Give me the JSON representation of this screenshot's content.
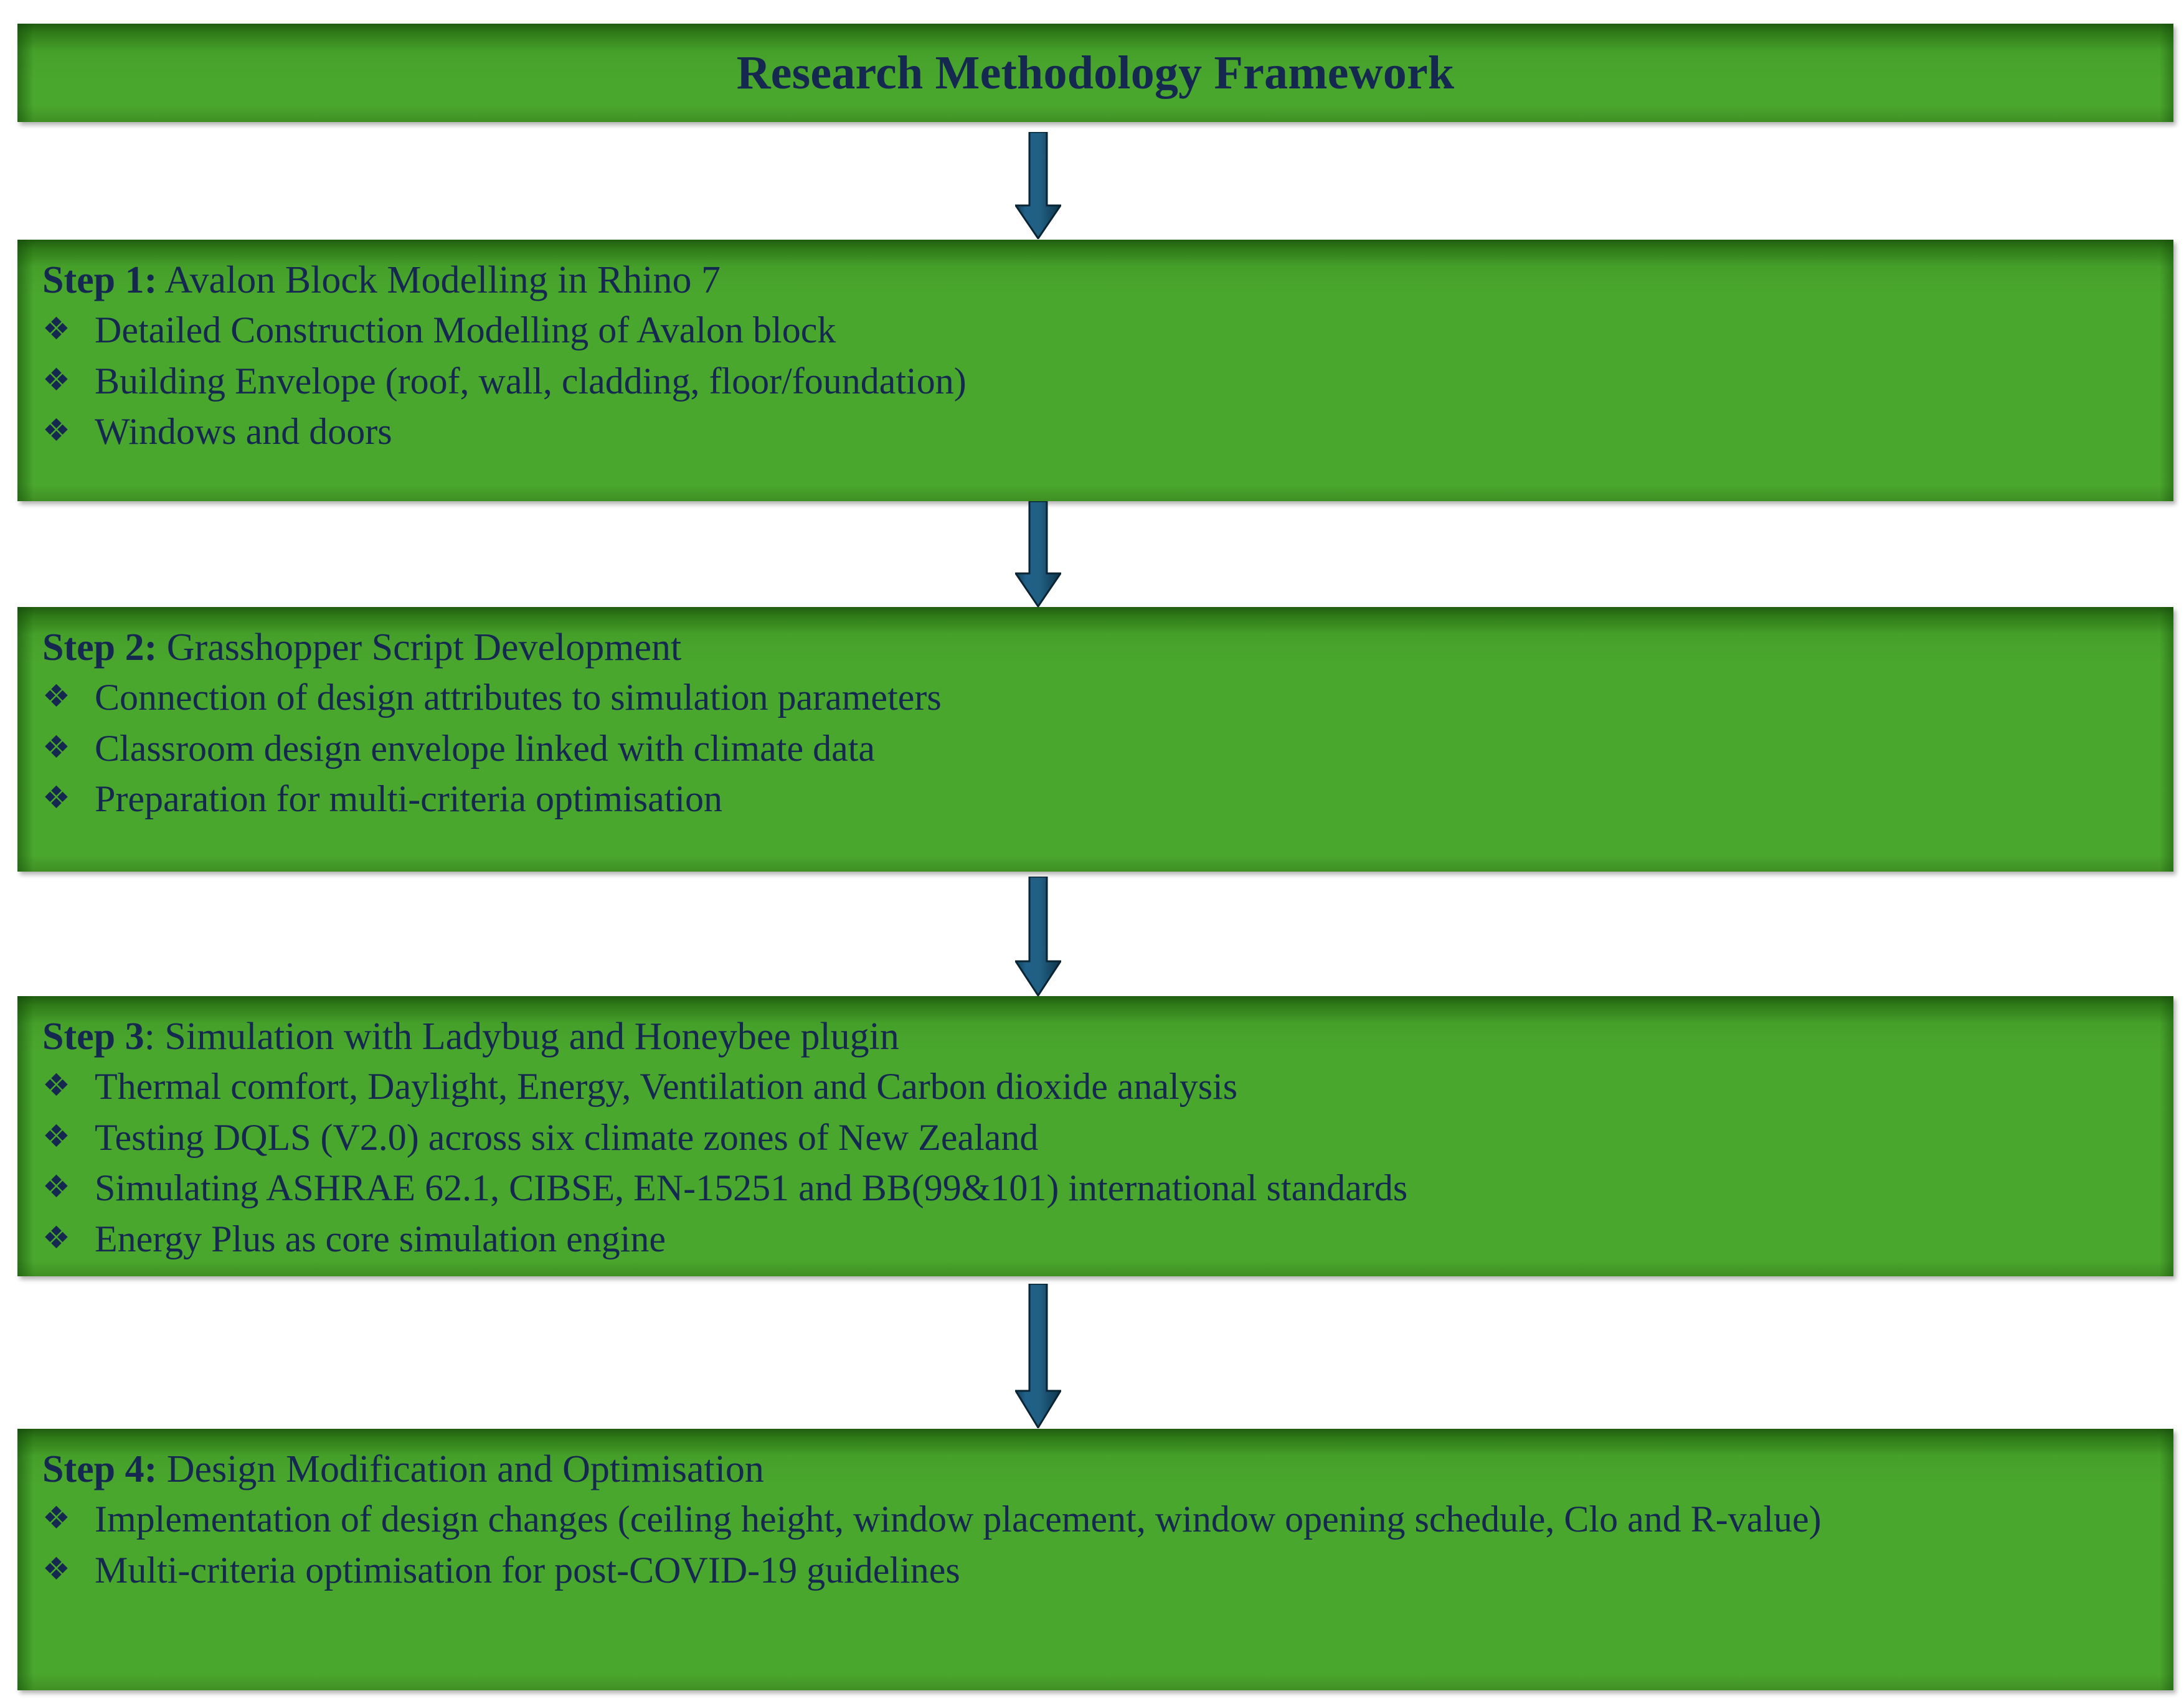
{
  "header": {
    "title": "Research Methodology Framework",
    "accent_green": "#4AA72D",
    "text_navy": "#15284F",
    "arrow_teal": "#1C5B7E"
  },
  "bullet_glyph": "❖",
  "steps": [
    {
      "label": "Step 1:",
      "title": " Avalon Block Modelling in Rhino 7",
      "bullets": [
        "Detailed Construction Modelling of Avalon block",
        "Building Envelope (roof, wall, cladding, floor/foundation)",
        "Windows and doors"
      ]
    },
    {
      "label": "Step 2:",
      "title": " Grasshopper Script Development",
      "bullets": [
        "Connection of design attributes to simulation parameters",
        "Classroom design envelope linked with climate data",
        "Preparation for multi-criteria optimisation"
      ]
    },
    {
      "label": "Step 3",
      "title": ": Simulation with Ladybug and Honeybee plugin",
      "bullets": [
        "Thermal comfort, Daylight, Energy, Ventilation and Carbon dioxide analysis",
        "Testing DQLS (V2.0) across six climate zones of New Zealand",
        "Simulating ASHRAE 62.1, CIBSE, EN-15251 and BB(99&101) international standards",
        "Energy Plus as core simulation engine"
      ]
    },
    {
      "label": "Step 4:",
      "title": " Design Modification and Optimisation",
      "bullets": [
        "Implementation of design changes (ceiling height, window placement, window opening schedule, Clo and R-value)",
        "Multi-criteria optimisation for post-COVID-19 guidelines"
      ]
    }
  ],
  "connectors": [
    {
      "name": "arrow-title-to-step1"
    },
    {
      "name": "arrow-step1-to-step2"
    },
    {
      "name": "arrow-step2-to-step3"
    },
    {
      "name": "arrow-step3-to-step4"
    }
  ]
}
